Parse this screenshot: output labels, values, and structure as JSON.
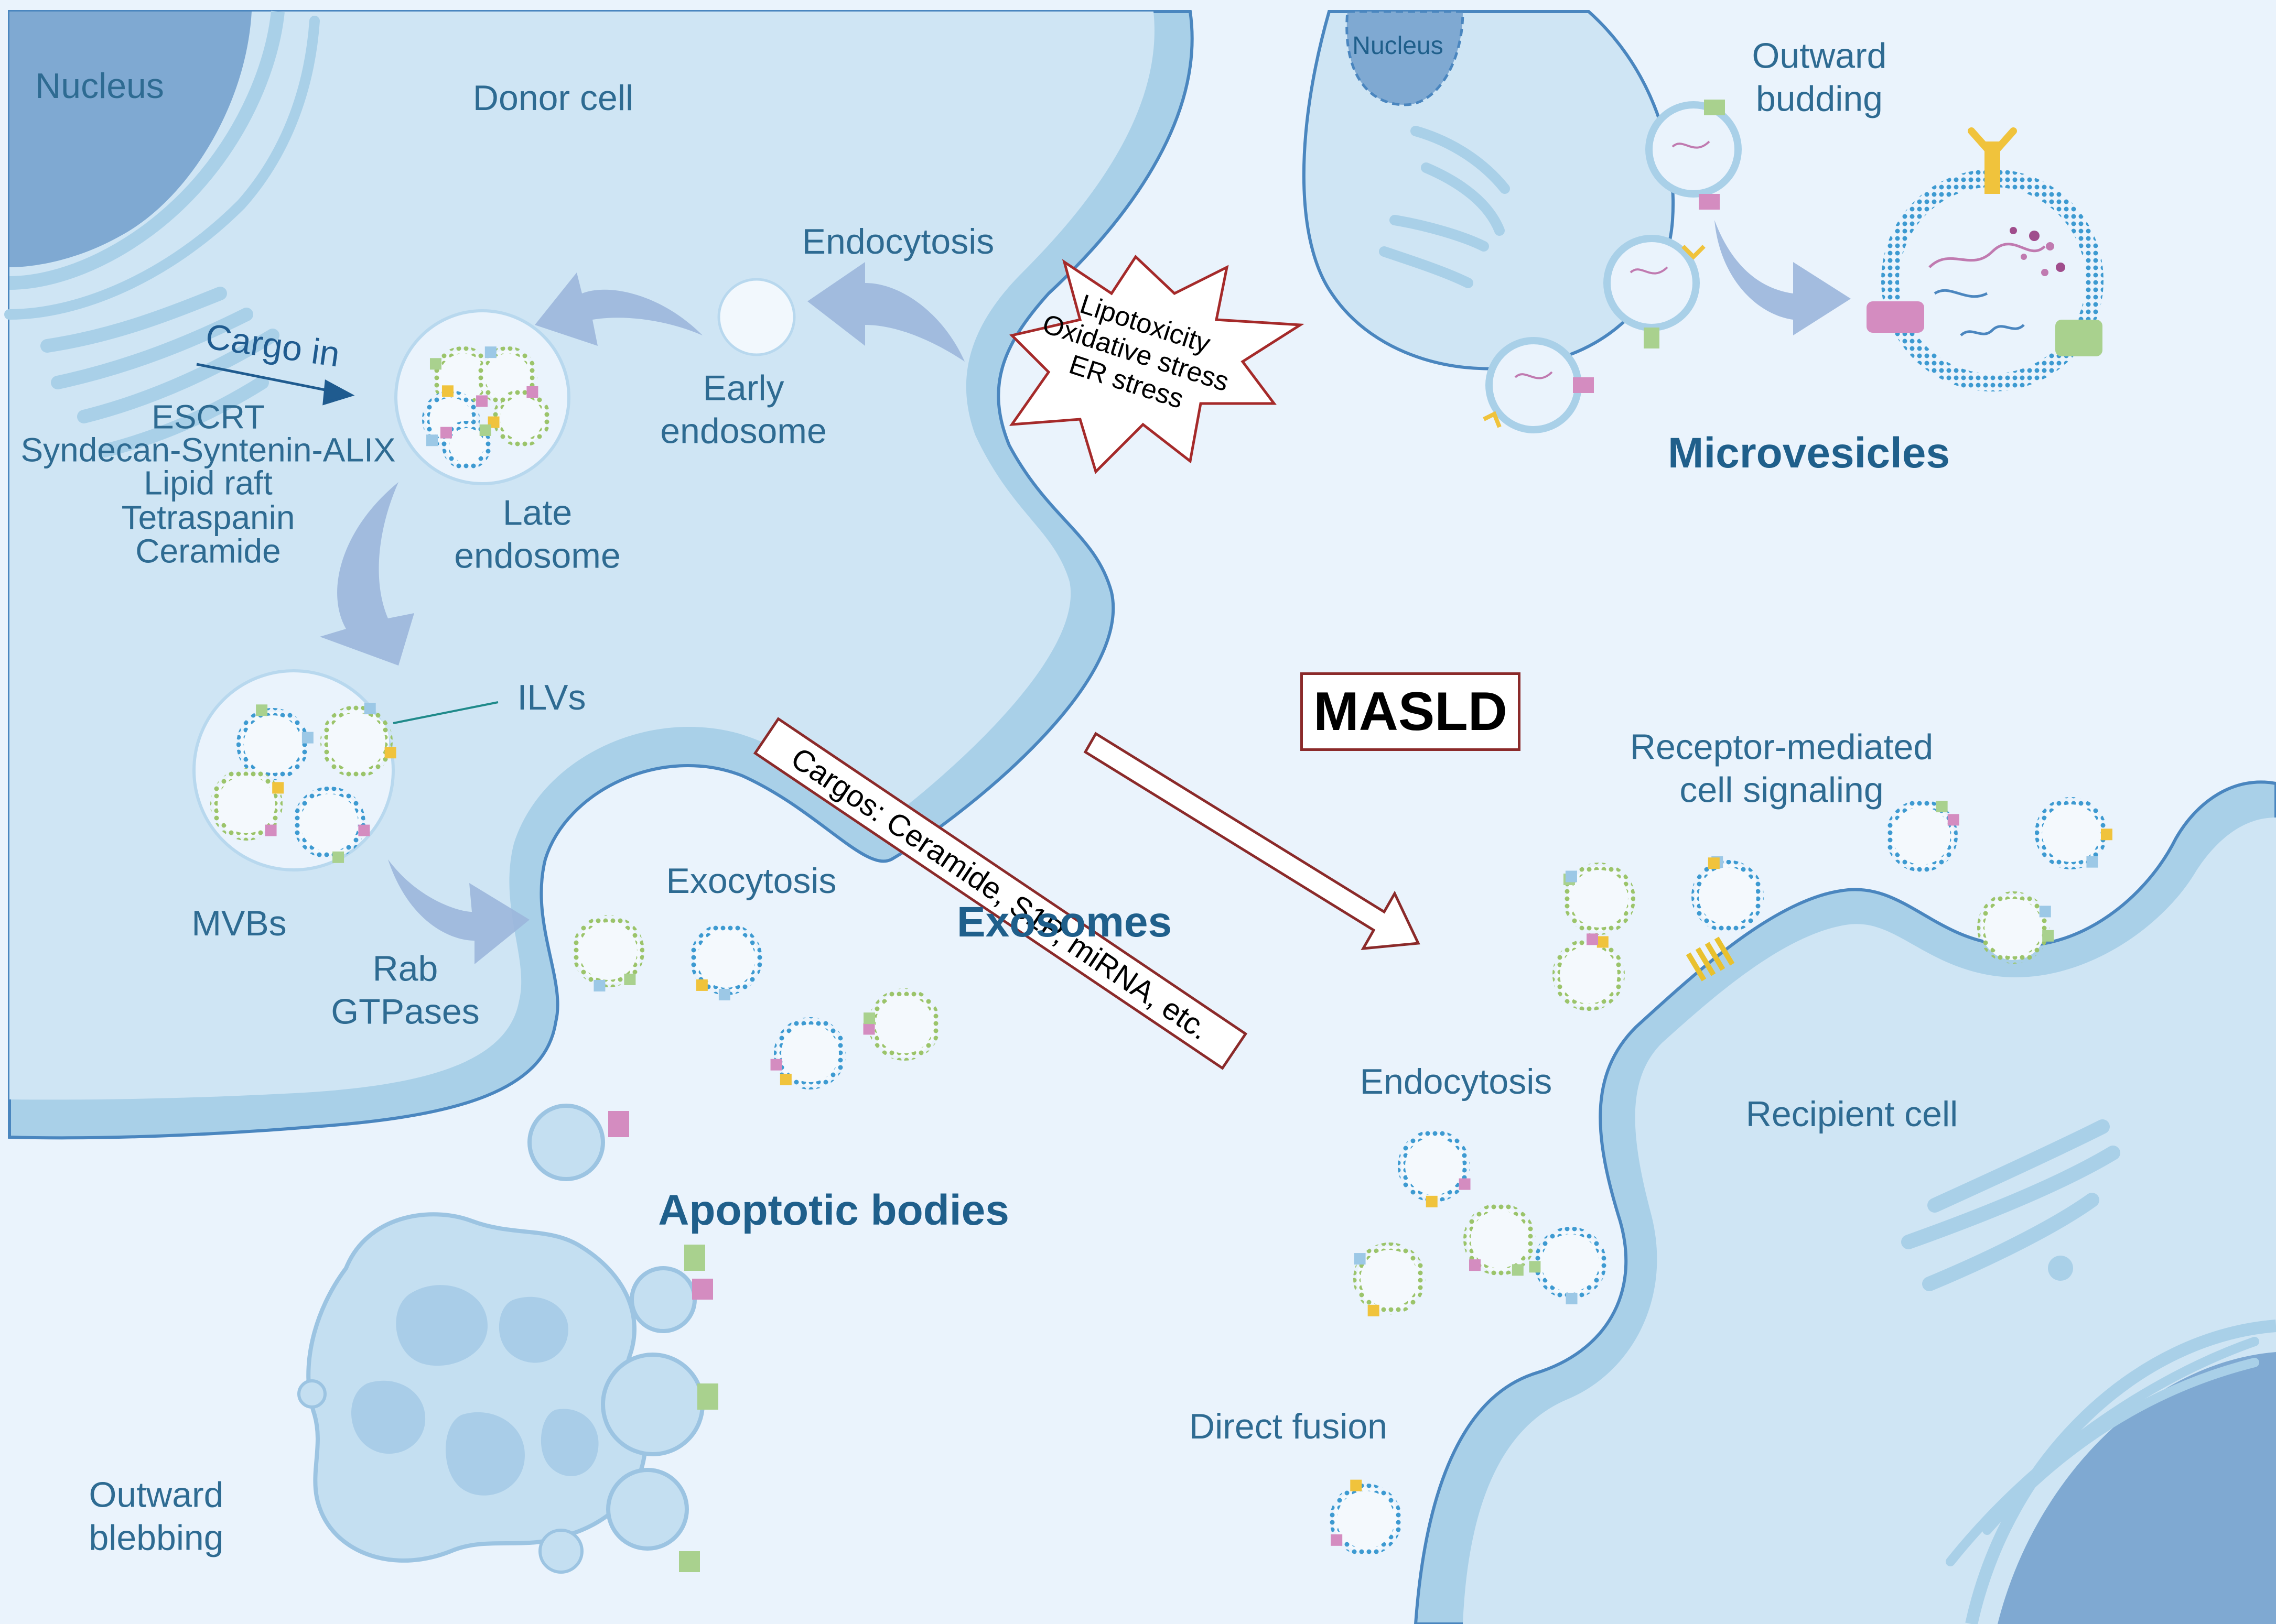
{
  "donor_cell": {
    "nucleus_label": "Nucleus",
    "title": "Donor cell",
    "endocytosis_label": "Endocytosis",
    "early_endosome_label": "Early\nendosome",
    "cargo_in_label": "Cargo in",
    "sorting_machinery": [
      "ESCRT",
      "Syndecan-Syntenin-ALIX",
      "Lipid raft",
      "Tetraspanin",
      "Ceramide"
    ],
    "late_endosome_label": "Late\nendosome",
    "ilvs_label": "ILVs",
    "mvbs_label": "MVBs",
    "rab_label": "Rab\nGTPases",
    "exocytosis_label": "Exocytosis"
  },
  "stress": {
    "lines": [
      "Lipotoxicity",
      "Oxidative stress",
      "ER stress"
    ]
  },
  "microvesicle_panel": {
    "nucleus_label": "Nucleus",
    "budding_label": "Outward\nbudding",
    "title": "Microvesicles"
  },
  "center": {
    "masld_label": "MASLD",
    "cargos_label": "Cargos: Ceramide, S1P, miRNA, etc.",
    "exosomes_title": "Exosomes"
  },
  "recipient_cell": {
    "receptor_label": "Receptor-mediated\ncell signaling",
    "endocytosis_label": "Endocytosis",
    "title": "Recipient cell",
    "direct_fusion_label": "Direct fusion"
  },
  "apoptotic": {
    "title": "Apoptotic bodies",
    "blebbing_label": "Outward\nblebbing"
  },
  "colors": {
    "background": "#eaf3fc",
    "cell_fill": "#cfe5f4",
    "membrane": "#a9d0e8",
    "membrane_outline": "#4a86bf",
    "nucleus": "#7fa9d2",
    "arrow": "#9bb6dc",
    "label_text": "#2e6b92",
    "stress_outline": "#a52a2a",
    "vesicle_blue": "#3d9ad1",
    "vesicle_green": "#9bc46a",
    "marker_yellow": "#f0c33c",
    "marker_pink": "#d48cc0",
    "marker_green": "#a9d18e",
    "marker_lightblue": "#9cc8e6"
  }
}
